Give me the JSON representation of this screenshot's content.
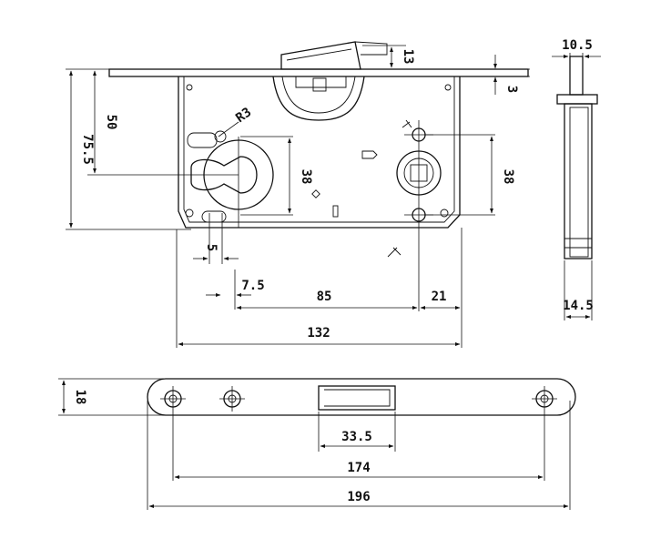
{
  "dimensions": {
    "backset_50": "50",
    "height_75_5": "75.5",
    "radius_r3": "R3",
    "center_38_left": "38",
    "center_38_right": "38",
    "cam_5": "5",
    "offset_7_5": "7.5",
    "distance_85": "85",
    "distance_21": "21",
    "body_width_132": "132",
    "latch_13": "13",
    "faceplate_3": "3",
    "side_top_10_5": "10.5",
    "side_bottom_14_5": "14.5",
    "strike_height_18": "18",
    "strike_opening_33_5": "33.5",
    "strike_holes_174": "174",
    "strike_length_196": "196"
  },
  "colors": {
    "line": "#111111",
    "background": "#ffffff"
  }
}
